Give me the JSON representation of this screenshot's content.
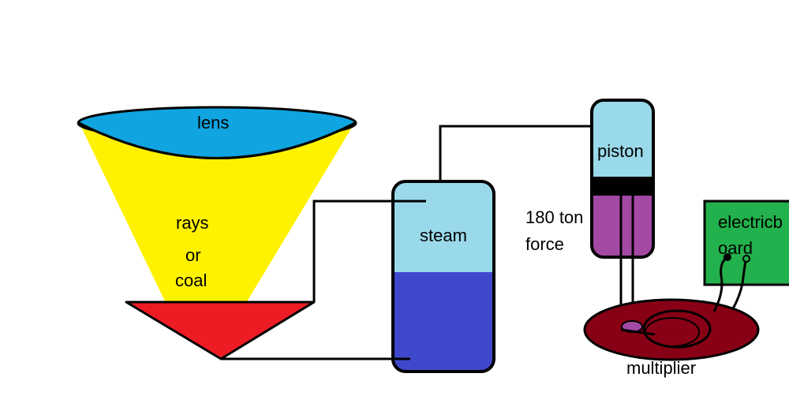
{
  "labels": {
    "lens": "lens",
    "rays_line1": "rays",
    "rays_line2": "or",
    "rays_line3": "coal",
    "steam": "steam",
    "piston": "piston",
    "force_line1": "180 ton",
    "force_line2": "force",
    "electric_line1": "electricb",
    "electric_line2": "oard",
    "multiplier": "multiplier"
  },
  "colors": {
    "lens_blue": "#10a4e0",
    "cone_yellow": "#fff200",
    "burner_red": "#ed1c24",
    "steam_light_blue": "#99d9ea",
    "water_blue": "#3f48cc",
    "piston_light_blue": "#99d9ea",
    "piston_purple": "#a349a4",
    "board_green": "#22b14c",
    "multiplier_maroon": "#880015",
    "outline": "#000000"
  }
}
